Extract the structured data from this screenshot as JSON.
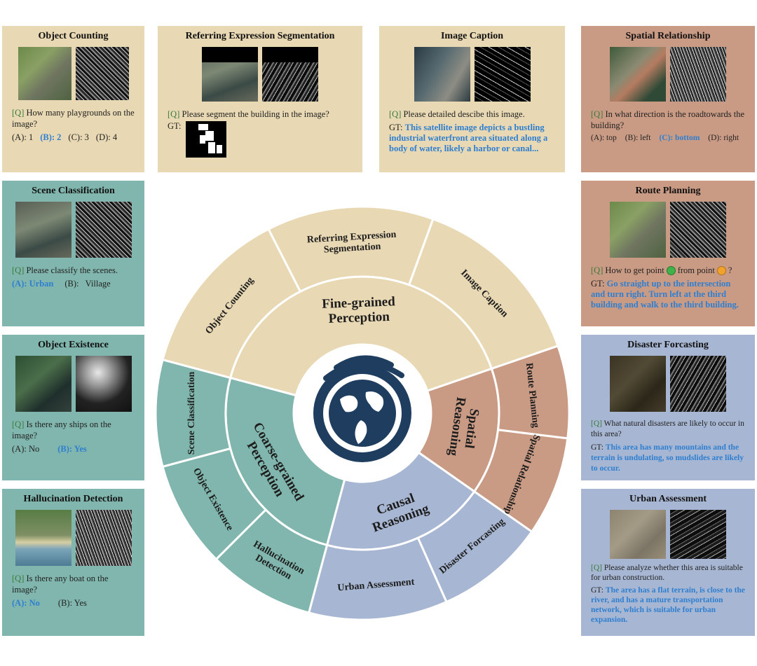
{
  "cards": {
    "object_counting": {
      "title": "Object Counting",
      "q_tag": "[Q]",
      "question": "How many playgrounds on the image?",
      "options": [
        "(A): 1",
        "(B): 2",
        "(C): 3",
        "(D): 4"
      ]
    },
    "res": {
      "title": "Referring Expression Segmentation",
      "q_tag": "[Q]",
      "question": "Please segment the building in the image?",
      "gt_label": "GT:"
    },
    "caption": {
      "title": "Image Caption",
      "q_tag": "[Q]",
      "question": "Please detailed descibe this image.",
      "gt_label": "GT:",
      "gt": "This satellite image depicts a bustling industrial waterfront area situated along a body of water, likely a harbor or canal..."
    },
    "spatial": {
      "title": "Spatial Relationship",
      "q_tag": "[Q]",
      "question": "In what direction is the roadtowards the building?",
      "options": [
        "(A): top",
        "(B): left",
        "(C): bottom",
        "(D): right"
      ]
    },
    "scene": {
      "title": "Scene Classification",
      "q_tag": "[Q]",
      "question": "Please classify the scenes.",
      "options": [
        "(A): Urban",
        "(B):   Village"
      ]
    },
    "route": {
      "title": "Route Planning",
      "q_tag": "[Q]",
      "question_a": "How to get point",
      "question_b": "from point",
      "question_c": "?",
      "gt_label": "GT:",
      "gt": "Go straight up to the intersection and turn right. Turn left at the third building and walk to the third building."
    },
    "existence": {
      "title": "Object Existence",
      "q_tag": "[Q]",
      "question": "Is there any ships on the image?",
      "options": [
        "(A): No",
        "(B): Yes"
      ]
    },
    "disaster": {
      "title": "Disaster Forcasting",
      "q_tag": "[Q]",
      "question": "What natural disasters are likely to occur in this area?",
      "gt_label": "GT:",
      "gt": "This area has many mountains and the terrain is undulating, so mudslides are likely to occur."
    },
    "hallucination": {
      "title": "Hallucination Detection",
      "q_tag": "[Q]",
      "question": "Is there any boat on the image?",
      "options": [
        "(A): No",
        "(B): Yes"
      ]
    },
    "urban": {
      "title": "Urban Assessment",
      "q_tag": "[Q]",
      "question": "Please analyze whether this area is suitable for urban construction.",
      "gt_label": "GT:",
      "gt": "The area has a flat terrain, is close to the river, and has a mature transportation network, which is suitable for urban expansion."
    }
  },
  "wheel": {
    "inner": {
      "fine": [
        "Fine-grained",
        "Perception"
      ],
      "coarse": [
        "Coarse-grained",
        "Perception"
      ],
      "spatial": [
        "Spatial",
        "Reasoning"
      ],
      "causal": [
        "Causal",
        "Reasoning"
      ]
    },
    "outer": {
      "object_counting": [
        "Object Counting"
      ],
      "res": [
        "Referring Expression",
        "Segmentation"
      ],
      "caption": [
        "Image Caption"
      ],
      "route": [
        "Route Planning"
      ],
      "spatial_rel": [
        "Spatial Relationship"
      ],
      "disaster": [
        "Disaster Forcasting"
      ],
      "urban": [
        "Urban Assessment"
      ],
      "hallucination": [
        "Hallucination",
        "Detection"
      ],
      "existence": [
        "Object Existence"
      ],
      "scene": [
        "Scene Classification"
      ]
    }
  },
  "colors": {
    "beige": "#e8d8b3",
    "teal": "#80b6ad",
    "rose": "#c99a84",
    "blue": "#a7b6d2",
    "answer": "#2f7fd0",
    "logo": "#1f3e5f"
  },
  "icons": [
    "globe-logo-icon",
    "green-point-icon",
    "orange-point-icon"
  ]
}
